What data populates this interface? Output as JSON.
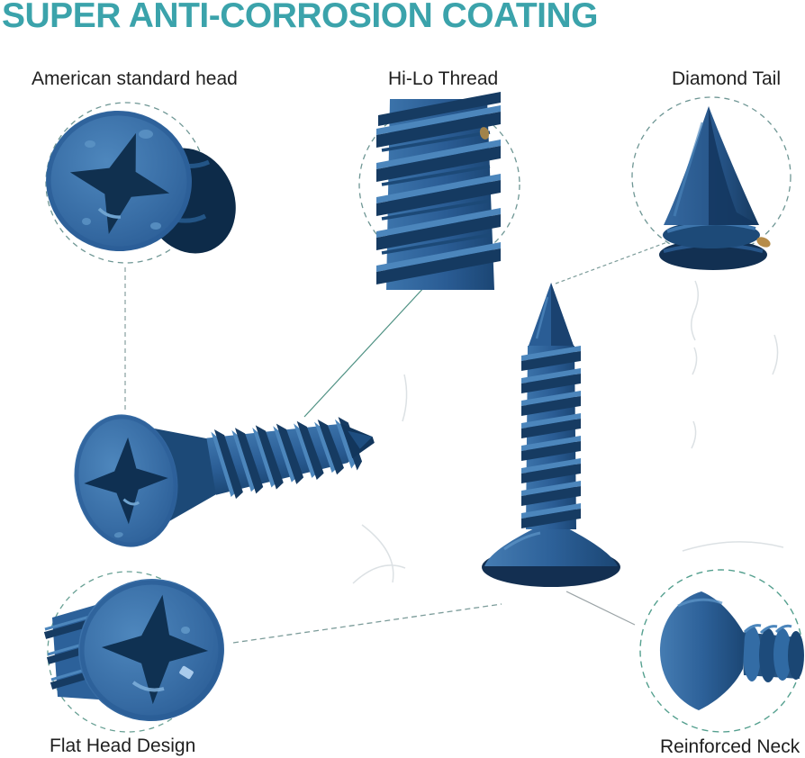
{
  "title": "SUPER ANTI-CORROSION COATING",
  "callouts": [
    {
      "id": "american-standard-head",
      "label": "American standard head"
    },
    {
      "id": "hi-lo-thread",
      "label": "Hi-Lo Thread"
    },
    {
      "id": "diamond-tail",
      "label": "Diamond Tail"
    },
    {
      "id": "flat-head-design",
      "label": "Flat Head Design"
    },
    {
      "id": "reinforced-neck",
      "label": "Reinforced Neck"
    }
  ],
  "colors": {
    "title_accent": "#3BA3AB",
    "screw_blue": "#2F6BA6",
    "screw_navy": "#16395F",
    "callout_dash": "#6E9694",
    "label_text": "#1F1F1F"
  }
}
